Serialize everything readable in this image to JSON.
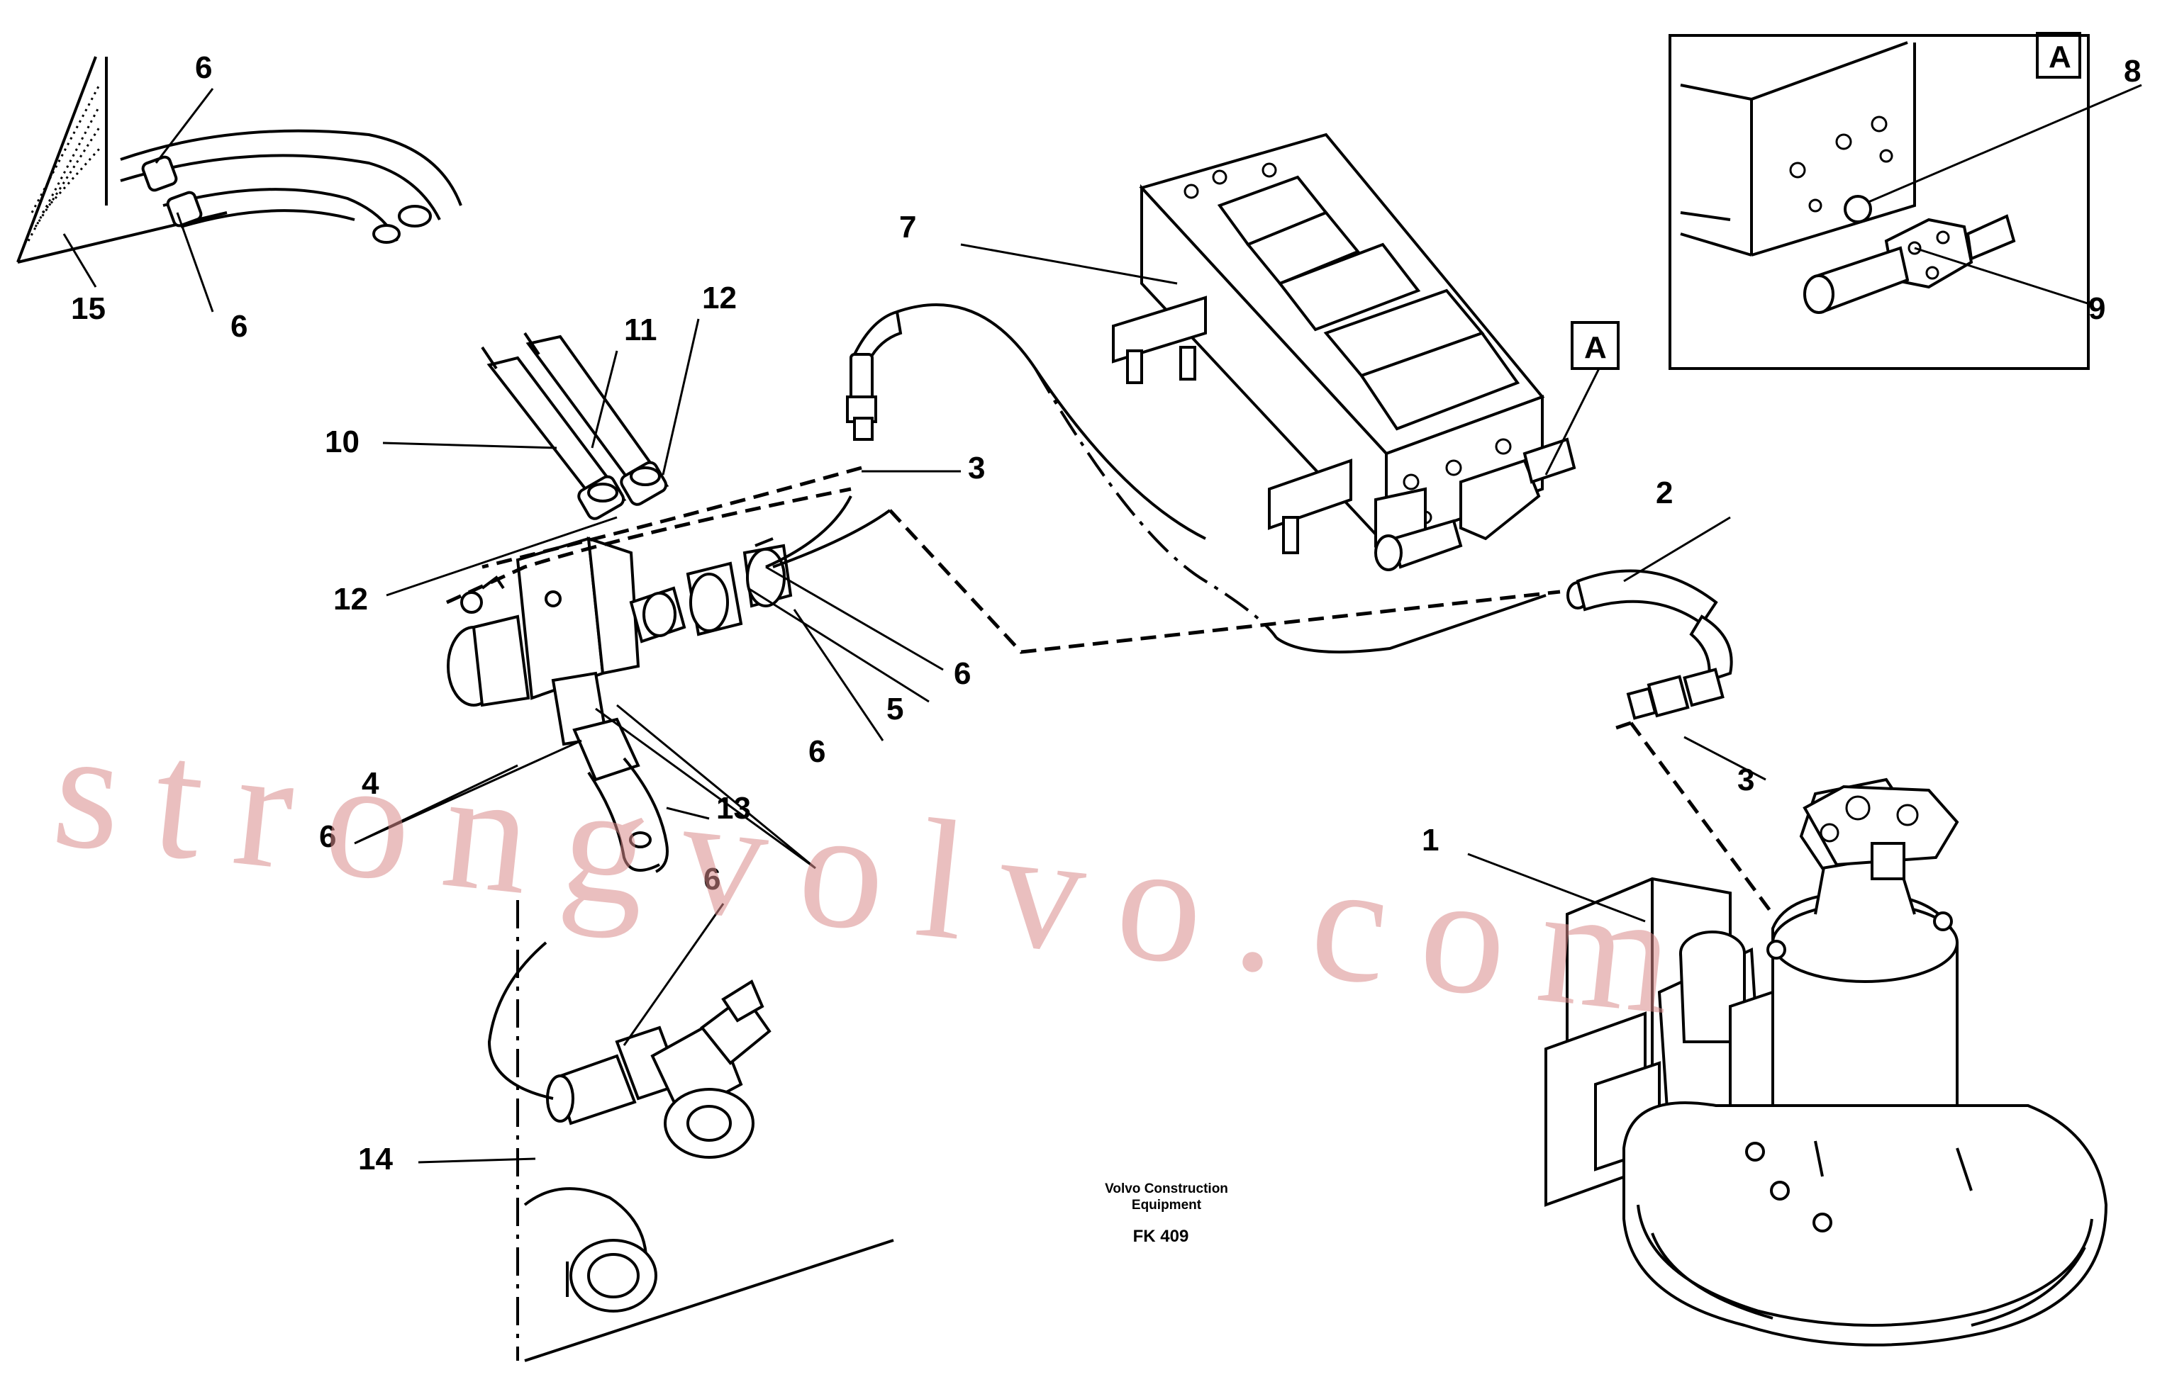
{
  "watermark": "strongvolvo.com",
  "caption": {
    "line1": "Volvo Construction",
    "line2": "Equipment",
    "code": "FK 409"
  },
  "detail_tag": "A",
  "callouts": {
    "c1": "1",
    "c2": "2",
    "c3a": "3",
    "c3b": "3",
    "c4": "4",
    "c5": "5",
    "c6a": "6",
    "c6b": "6",
    "c6c": "6",
    "c6d": "6",
    "c6e": "6",
    "c6f": "6",
    "c7": "7",
    "c8": "8",
    "c9": "9",
    "c10": "10",
    "c11": "11",
    "c12a": "12",
    "c12b": "12",
    "c13": "13",
    "c14": "14",
    "c15": "15"
  }
}
